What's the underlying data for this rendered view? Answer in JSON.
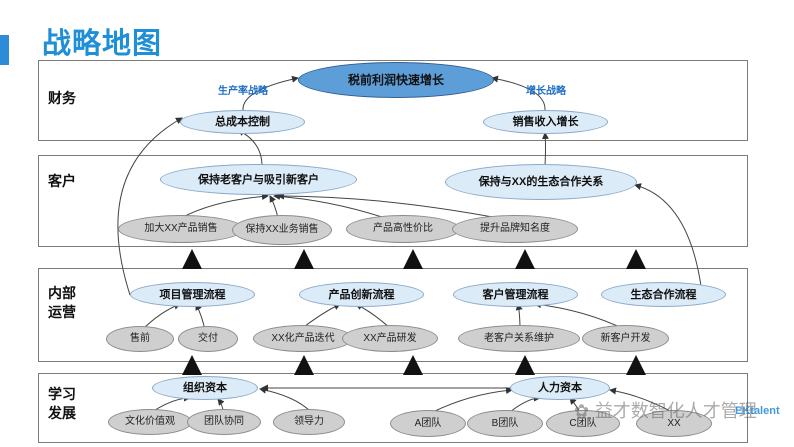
{
  "title": "战略地图",
  "layers": {
    "finance": "财务",
    "customer": "客户",
    "internal": "内部\n运营",
    "learning": "学习\n发展"
  },
  "nodes": {
    "profit_growth": "税前利润快速增长",
    "total_cost": "总成本控制",
    "sales_growth": "销售收入增长",
    "retain_customers": "保持老客户与吸引新客户",
    "ecosystem_relation": "保持与XX的生态合作关系",
    "boost_xx_sales": "加大XX产品销售",
    "maintain_xx_sales": "保持XX业务销售",
    "cost_performance": "产品高性价比",
    "brand_awareness": "提升品牌知名度",
    "project_mgmt": "项目管理流程",
    "product_innovation": "产品创新流程",
    "customer_mgmt": "客户管理流程",
    "eco_coop_process": "生态合作流程",
    "presales": "售前",
    "delivery": "交付",
    "xx_iteration": "XX化产品迭代",
    "xx_rnd": "XX产品研发",
    "old_customer_maint": "老客户关系维护",
    "new_customer_dev": "新客户开发",
    "org_capital": "组织资本",
    "human_capital": "人力资本",
    "culture_values": "文化价值观",
    "teamwork": "团队协同",
    "leadership": "领导力",
    "team_a": "A团队",
    "team_b": "B团队",
    "team_c": "C团队",
    "team_xx": "XX"
  },
  "edge_labels": {
    "productivity_strategy": "生产率战略",
    "growth_strategy": "增长战略"
  },
  "watermark": {
    "text": "益才数智化人才管理",
    "logo": "EKtalent"
  }
}
